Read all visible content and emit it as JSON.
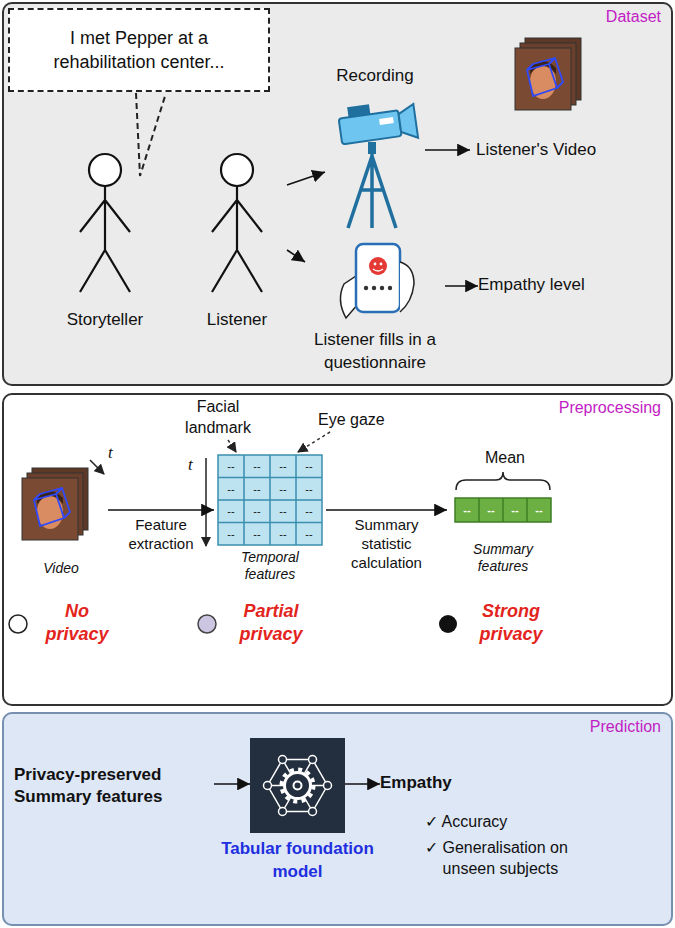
{
  "diagram": {
    "nodes": [
      {
        "text": [
          "Dataset"
        ]
      },
      {
        "text": [
          "I met Pepper at a rehabilitation center..."
        ],
        "in": 0
      },
      {
        "text": [
          "Storyteller"
        ],
        "in": 0
      },
      {
        "text": [
          "Listener"
        ],
        "in": 0
      },
      {
        "text": [
          "Recording"
        ],
        "in": 0
      },
      {
        "text": [
          "Listener's Video"
        ],
        "in": 0
      },
      {
        "text": [
          "Listener fills in a questionnaire"
        ],
        "in": 0
      },
      {
        "text": [
          "Empathy level"
        ],
        "in": 0
      },
      {
        "text": [
          "Preprocessing"
        ]
      },
      {
        "text": [
          "Video"
        ],
        "in": 8
      },
      {
        "text": [
          "Temporal features"
        ],
        "in": 8
      },
      {
        "text": [
          "Summary features"
        ],
        "in": 8
      },
      {
        "text": [
          "Prediction"
        ]
      },
      {
        "text": [
          "Privacy-preserved Summary features"
        ],
        "in": 12
      },
      {
        "text": [
          "Tabular foundation model"
        ],
        "in": 12
      },
      {
        "text": [
          "Empathy"
        ],
        "in": 12
      }
    ],
    "edges": [
      {
        "from": 3,
        "to": 4,
        "arrow": "to"
      },
      {
        "from": 3,
        "to": 6,
        "arrow": "to"
      },
      {
        "from": 4,
        "to": 5,
        "arrow": "to"
      },
      {
        "from": 6,
        "to": 7,
        "arrow": "to"
      },
      {
        "from": 9,
        "to": 10,
        "label": "Feature extraction",
        "arrow": "to"
      },
      {
        "from": 10,
        "to": 11,
        "label": "Summary statistic calculation",
        "arrow": "to"
      },
      {
        "from": 13,
        "to": 14,
        "arrow": "to"
      },
      {
        "from": 14,
        "to": 15,
        "arrow": "to"
      }
    ],
    "labels": [
      "Facial landmark",
      "Eye gaze",
      "t",
      "t",
      "--",
      "--",
      "--",
      "--",
      "--",
      "--",
      "--",
      "--",
      "--",
      "--",
      "--",
      "--",
      "--",
      "--",
      "--",
      "--",
      "Mean",
      "--",
      "--",
      "--",
      "--",
      "No privacy",
      "Partial privacy",
      "Strong privacy",
      "✓ Accuracy",
      "✓ Generalisation on unseen subjects"
    ]
  }
}
